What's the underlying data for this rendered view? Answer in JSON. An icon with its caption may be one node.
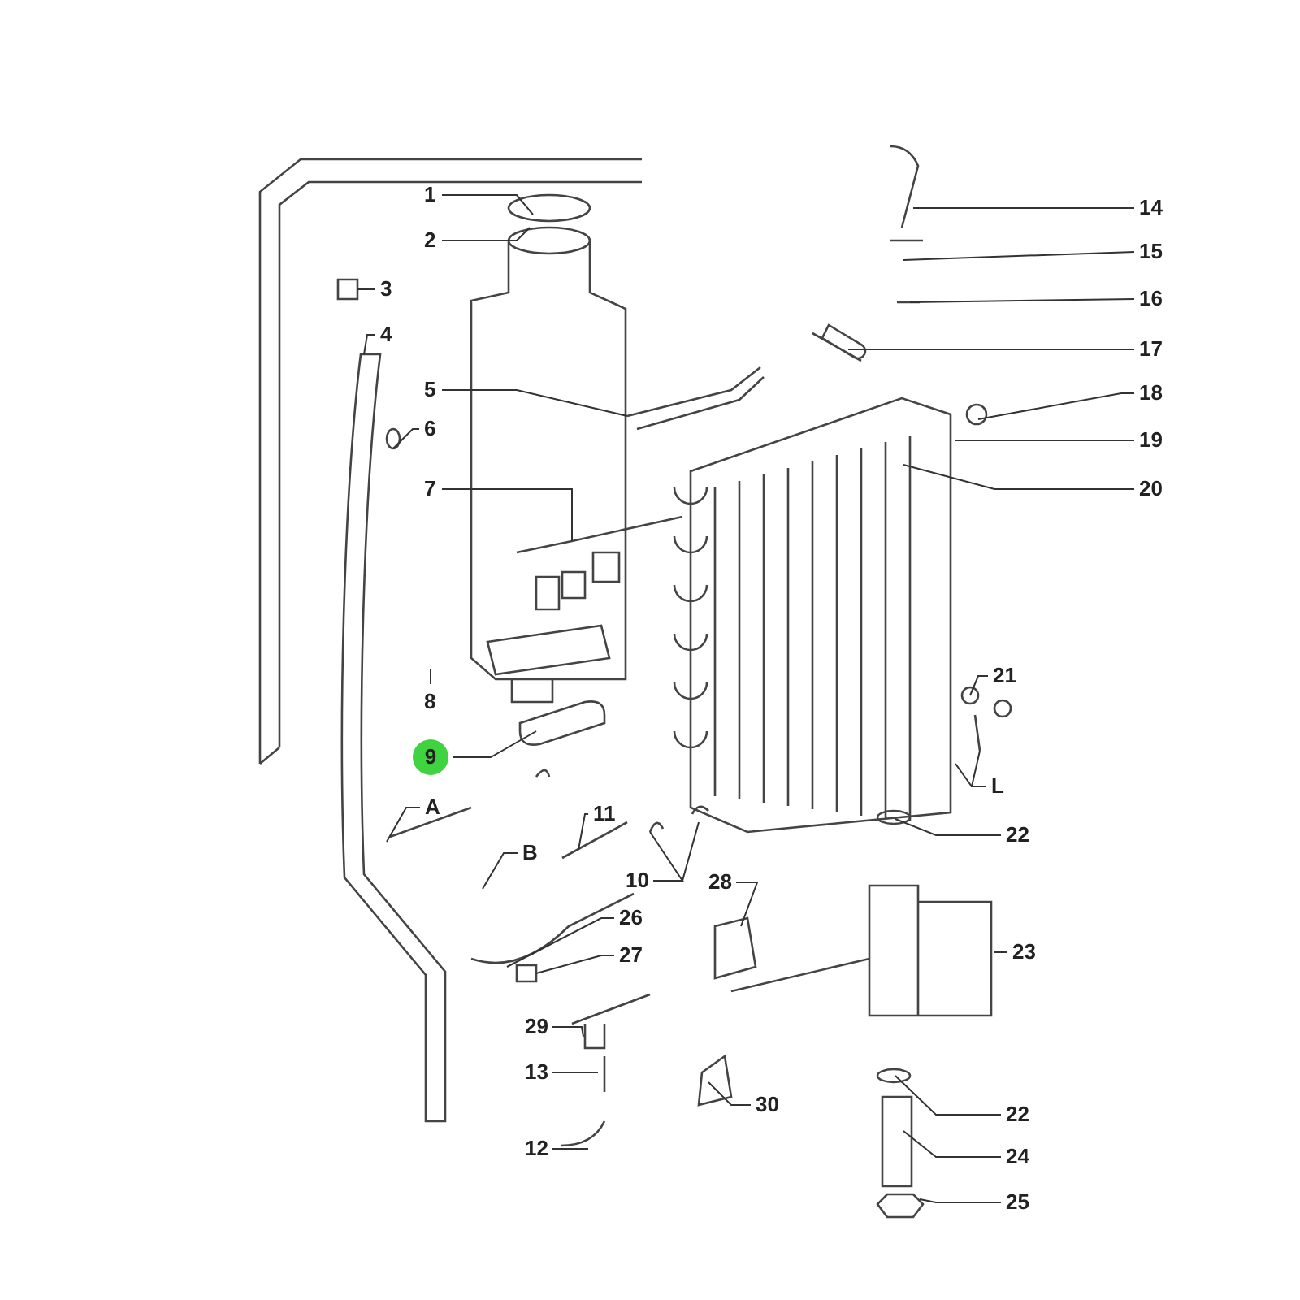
{
  "diagram": {
    "nodes": [
      {
        "text": [
          "1"
        ]
      },
      {
        "text": [
          "14"
        ]
      },
      {
        "text": [
          "2"
        ]
      },
      {
        "text": [
          "15"
        ]
      },
      {
        "text": [
          "3"
        ]
      },
      {
        "text": [
          "16"
        ]
      },
      {
        "text": [
          "4"
        ]
      },
      {
        "text": [
          "17"
        ]
      },
      {
        "text": [
          "5"
        ]
      },
      {
        "text": [
          "18"
        ]
      },
      {
        "text": [
          "6"
        ]
      },
      {
        "text": [
          "19"
        ]
      },
      {
        "text": [
          "20"
        ]
      },
      {
        "text": [
          "7"
        ]
      },
      {
        "text": [
          "21"
        ]
      },
      {
        "text": [
          "8"
        ]
      },
      {
        "text": [
          "9"
        ]
      },
      {
        "text": [
          "L"
        ]
      },
      {
        "text": [
          "A"
        ]
      },
      {
        "text": [
          "11"
        ]
      },
      {
        "text": [
          "22"
        ]
      },
      {
        "text": [
          "B"
        ]
      },
      {
        "text": [
          "10"
        ]
      },
      {
        "text": [
          "28"
        ]
      },
      {
        "text": [
          "26"
        ]
      },
      {
        "text": [
          "23"
        ]
      },
      {
        "text": [
          "27"
        ]
      },
      {
        "text": [
          "29"
        ]
      },
      {
        "text": [
          "13"
        ]
      },
      {
        "text": [
          "22"
        ]
      },
      {
        "text": [
          "30"
        ]
      },
      {
        "text": [
          "12"
        ]
      },
      {
        "text": [
          "24"
        ]
      },
      {
        "text": [
          "25"
        ]
      }
    ],
    "edges": [
      {
        "from": 0,
        "to": null,
        "arrow": "none"
      },
      {
        "from": 1,
        "to": null,
        "arrow": "none"
      },
      {
        "from": 2,
        "to": null,
        "arrow": "none"
      },
      {
        "from": 3,
        "to": null,
        "arrow": "none"
      },
      {
        "from": 4,
        "to": null,
        "arrow": "none"
      },
      {
        "from": 5,
        "to": null,
        "arrow": "none"
      },
      {
        "from": 6,
        "to": null,
        "arrow": "none"
      },
      {
        "from": 7,
        "to": null,
        "arrow": "none"
      },
      {
        "from": 8,
        "to": null,
        "arrow": "none"
      },
      {
        "from": 9,
        "to": null,
        "arrow": "none"
      },
      {
        "from": 10,
        "to": null,
        "arrow": "none"
      },
      {
        "from": 11,
        "to": null,
        "arrow": "none"
      },
      {
        "from": 12,
        "to": null,
        "arrow": "none"
      },
      {
        "from": 13,
        "to": null,
        "arrow": "none"
      },
      {
        "from": 14,
        "to": null,
        "arrow": "none"
      },
      {
        "from": 15,
        "to": null,
        "arrow": "none"
      },
      {
        "from": 16,
        "to": null,
        "arrow": "none"
      },
      {
        "from": 17,
        "to": null,
        "arrow": "none"
      },
      {
        "from": 17,
        "to": null,
        "arrow": "none"
      },
      {
        "from": 18,
        "to": null,
        "arrow": "none"
      },
      {
        "from": 19,
        "to": null,
        "arrow": "none"
      },
      {
        "from": 20,
        "to": null,
        "arrow": "none"
      },
      {
        "from": 21,
        "to": null,
        "arrow": "none"
      },
      {
        "from": 22,
        "to": null,
        "arrow": "none"
      },
      {
        "from": 22,
        "to": null,
        "arrow": "none"
      },
      {
        "from": 23,
        "to": null,
        "arrow": "none"
      },
      {
        "from": 24,
        "to": null,
        "arrow": "none"
      },
      {
        "from": 25,
        "to": null,
        "arrow": "none"
      },
      {
        "from": 26,
        "to": null,
        "arrow": "none"
      },
      {
        "from": 27,
        "to": null,
        "arrow": "none"
      },
      {
        "from": 28,
        "to": null,
        "arrow": "none"
      },
      {
        "from": 29,
        "to": null,
        "arrow": "none"
      },
      {
        "from": 30,
        "to": null,
        "arrow": "none"
      },
      {
        "from": 31,
        "to": null,
        "arrow": "none"
      },
      {
        "from": 32,
        "to": null,
        "arrow": "none"
      },
      {
        "from": 33,
        "to": null,
        "arrow": "none"
      }
    ]
  }
}
